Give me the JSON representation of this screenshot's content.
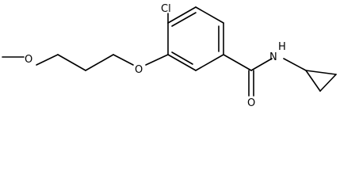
{
  "molecule": {
    "atoms": {
      "chlorine": "Cl",
      "ether_oxygen": "O",
      "methoxy_oxygen": "O",
      "carbonyl_oxygen": "O",
      "amide_nitrogen": "N",
      "amide_hydrogen": "H"
    }
  }
}
